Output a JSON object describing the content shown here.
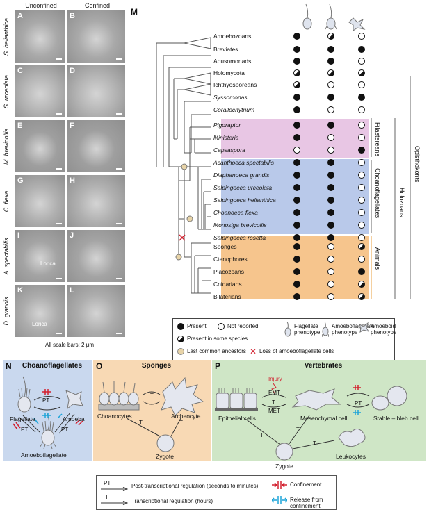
{
  "headers": {
    "unconfined": "Unconfined",
    "confined": "Confined"
  },
  "species": [
    "S. helianthica",
    "S. urceolata",
    "M. brevicollis",
    "C. flexa",
    "A. spectabilis",
    "D. grandis"
  ],
  "micro_letters": [
    "A",
    "B",
    "C",
    "D",
    "E",
    "F",
    "G",
    "H",
    "I",
    "J",
    "K",
    "L"
  ],
  "lorica": "Lorica",
  "scale_note": "All scale bars: 2 μm",
  "panel_m": "M",
  "taxa": [
    {
      "name": "Amoebozoans",
      "italic": false,
      "dots": [
        "p",
        "h",
        "n"
      ]
    },
    {
      "name": "Breviates",
      "italic": false,
      "dots": [
        "p",
        "p",
        "p"
      ]
    },
    {
      "name": "Apusomonads",
      "italic": false,
      "dots": [
        "p",
        "p",
        "n"
      ]
    },
    {
      "name": "Holomycota",
      "italic": false,
      "dots": [
        "h",
        "h",
        "h"
      ]
    },
    {
      "name": "Ichthyosporeans",
      "italic": false,
      "dots": [
        "h",
        "n",
        "n"
      ]
    },
    {
      "name": "Syssomonas",
      "italic": true,
      "dots": [
        "p",
        "p",
        "p"
      ]
    },
    {
      "name": "Corallochytrium",
      "italic": true,
      "dots": [
        "p",
        "n",
        "n"
      ]
    },
    {
      "name": "Pigoraptor",
      "italic": true,
      "dots": [
        "p",
        "p",
        "n"
      ]
    },
    {
      "name": "Ministeria",
      "italic": true,
      "dots": [
        "p",
        "n",
        "n"
      ]
    },
    {
      "name": "Capsaspora",
      "italic": true,
      "dots": [
        "n",
        "n",
        "p"
      ]
    },
    {
      "name": "Acanthoeca spectabilis",
      "italic": true,
      "dots": [
        "p",
        "p",
        "n"
      ]
    },
    {
      "name": "Diaphanoeca grandis",
      "italic": true,
      "dots": [
        "p",
        "p",
        "n"
      ]
    },
    {
      "name": "Salpingoeca urceolata",
      "italic": true,
      "dots": [
        "p",
        "p",
        "n"
      ]
    },
    {
      "name": "Salpingoeca helianthica",
      "italic": true,
      "dots": [
        "p",
        "p",
        "n"
      ]
    },
    {
      "name": "Choanoeca flexa",
      "italic": true,
      "dots": [
        "p",
        "p",
        "n"
      ]
    },
    {
      "name": "Monosiga brevicollis",
      "italic": true,
      "dots": [
        "p",
        "p",
        "n"
      ]
    },
    {
      "name": "Salpingoeca rosetta",
      "italic": true,
      "dots": [
        "p",
        "p",
        "n"
      ]
    },
    {
      "name": "Sponges",
      "italic": false,
      "dots": [
        "p",
        "n",
        "h"
      ]
    },
    {
      "name": "Ctenophores",
      "italic": false,
      "dots": [
        "p",
        "n",
        "n"
      ]
    },
    {
      "name": "Placozoans",
      "italic": false,
      "dots": [
        "p",
        "n",
        "p"
      ]
    },
    {
      "name": "Cnidarians",
      "italic": false,
      "dots": [
        "p",
        "n",
        "h"
      ]
    },
    {
      "name": "Bilaterians",
      "italic": false,
      "dots": [
        "p",
        "n",
        "h"
      ]
    }
  ],
  "group_labels": {
    "filastereans": "Filastereans",
    "choanoflagellates": "Choanoflagellates",
    "animals": "Animals",
    "holozoans": "Holozoans",
    "opisthokonts": "Opisthokonts"
  },
  "colors": {
    "filastereans": "#e8c6e4",
    "choanoflagellates": "#b9c9ea",
    "animals": "#f6c58d",
    "panelN": "#c9d8ee",
    "panelO": "#f8d9b4",
    "panelP": "#cfe6c6",
    "red": "#d2202f",
    "blue": "#1ca4d8"
  },
  "legend": {
    "present": "Present",
    "not_reported": "Not reported",
    "some_species": "Present in some species",
    "lca": "Last common ancestors",
    "flagellate": "Flagellate phenotype",
    "amoeboflagellate": "Amoeboflagellate phenotype",
    "amoeboid": "Amoeboid phenotype",
    "loss": "Loss of amoeboflagellate cells"
  },
  "panelN": {
    "letter": "N",
    "title": "Choanoflagellates",
    "flagellate": "Flagellate",
    "amoeba": "Amoeba",
    "amoeboflagellate": "Amoeboflagellate",
    "pt": "PT"
  },
  "panelO": {
    "letter": "O",
    "title": "Sponges",
    "choanocytes": "Choanocytes",
    "archeocyte": "Archeocyte",
    "zygote": "Zygote",
    "t": "T"
  },
  "panelP": {
    "letter": "P",
    "title": "Vertebrates",
    "injury": "Injury",
    "emt": "EMT",
    "met": "MET",
    "epithelial": "Epithelial cells",
    "mesenchymal": "Mesenchymal cell",
    "stable": "Stable – bleb cell",
    "leukocytes": "Leukocytes",
    "zygote": "Zygote",
    "t": "T",
    "pt": "PT"
  },
  "bottom_legend": {
    "pt_abbr": "PT",
    "t_abbr": "T",
    "pt_text": "Post-transcriptional regulation (seconds to minutes)",
    "t_text": "Transcriptional regulation (hours)",
    "confinement": "Confinement",
    "release": "Release from confinement"
  }
}
